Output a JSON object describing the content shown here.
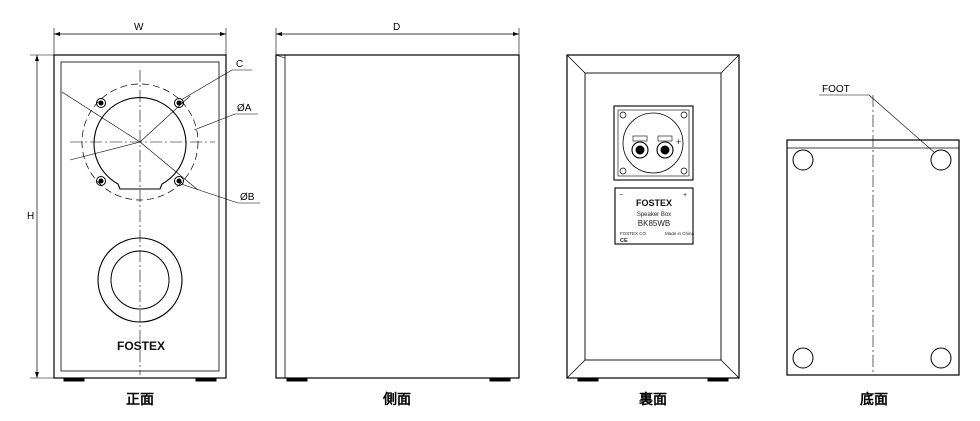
{
  "dimensions": {
    "width": "W",
    "height": "H",
    "depth": "D",
    "screw": "C",
    "hole_a": "ØA",
    "hole_b": "ØB",
    "foot": "FOOT"
  },
  "views": {
    "front": "正面",
    "side": "側面",
    "back": "裏面",
    "bottom": "底面"
  },
  "front_logo": "FOSTEX",
  "back_label": {
    "brand": "FOSTEX",
    "product_type": "Speaker Box",
    "model": "BK85WB",
    "maker": "FOSTEX CO.",
    "origin": "Made in China",
    "mark": "CE",
    "minus": "−",
    "plus": "+"
  }
}
